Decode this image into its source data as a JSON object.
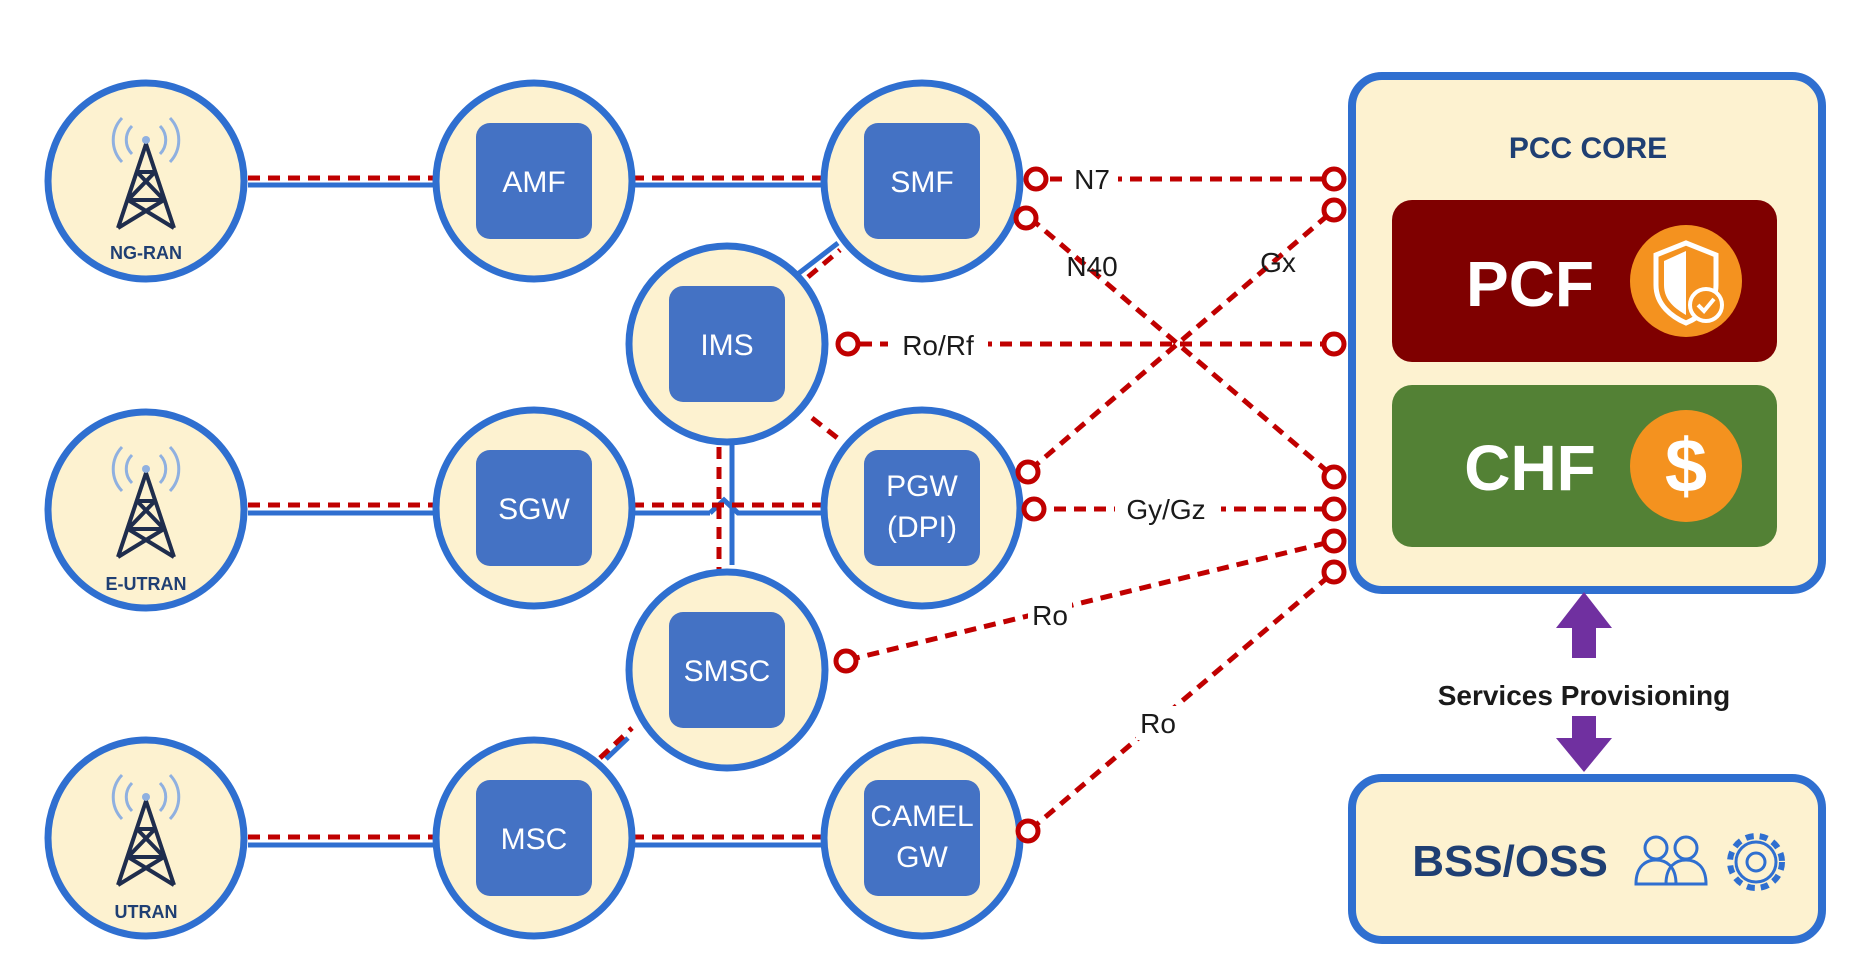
{
  "sites": [
    {
      "id": "ng_ran",
      "label": "NG-RAN",
      "icon": "radio-tower-icon"
    },
    {
      "id": "e_utran",
      "label": "E-UTRAN",
      "icon": "radio-tower-icon"
    },
    {
      "id": "utran",
      "label": "UTRAN",
      "icon": "radio-tower-icon"
    }
  ],
  "nodes": {
    "amf": [
      "AMF"
    ],
    "smf": [
      "SMF"
    ],
    "ims": [
      "IMS"
    ],
    "sgw": [
      "SGW"
    ],
    "pgw": [
      "PGW",
      "(DPI)"
    ],
    "smsc": [
      "SMSC"
    ],
    "msc": [
      "MSC"
    ],
    "camel": [
      "CAMEL",
      "GW"
    ]
  },
  "interfaces": {
    "n7": "N7",
    "n40": "N40",
    "gx": "Gx",
    "rorf": "Ro/Rf",
    "gygz": "Gy/Gz",
    "ro_smsc": "Ro",
    "ro_camel": "Ro"
  },
  "pcc_core": {
    "title": "PCC CORE",
    "pcf": {
      "label": "PCF",
      "color": "#7f0000",
      "icon": "shield-check-icon"
    },
    "chf": {
      "label": "CHF",
      "color": "#538135",
      "icon": "dollar-coin-icon"
    }
  },
  "provisioning": {
    "label": "Services Provisioning",
    "arrow_color": "#7030a0"
  },
  "bss_oss": {
    "label": "BSS/OSS",
    "icons": [
      "users-icon",
      "gear-icon"
    ]
  },
  "colors": {
    "circle_fill": "#fdf2d0",
    "circle_stroke": "#2f6fd0",
    "node_box": "#4472c4",
    "dashed_link": "#c00000",
    "text_dark": "#1f3f73",
    "orange": "#f4921f"
  }
}
